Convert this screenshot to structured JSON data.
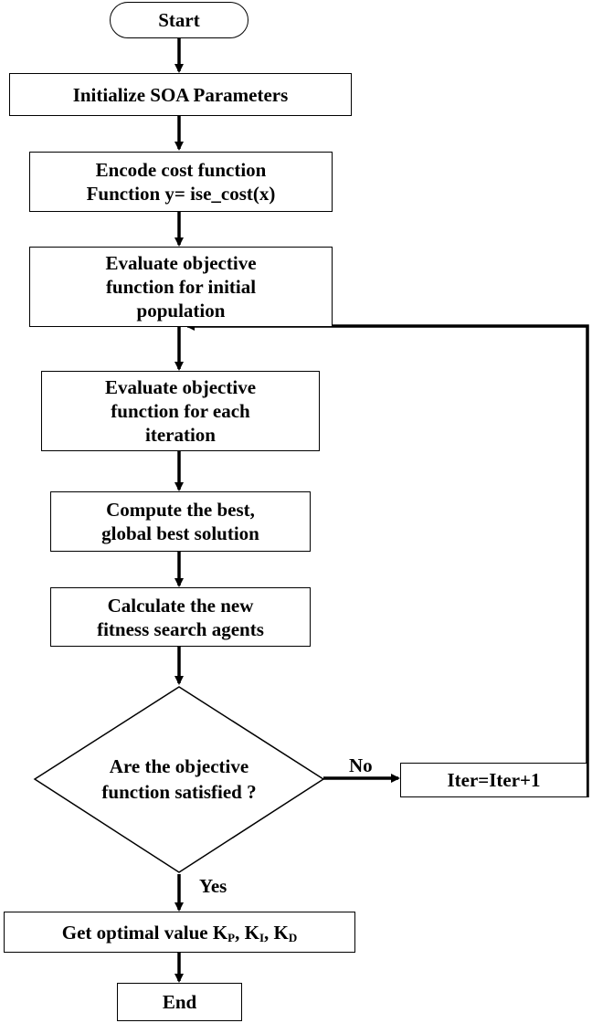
{
  "flowchart": {
    "start": "Start",
    "init": "Initialize SOA Parameters",
    "encode": [
      "Encode cost function",
      "Function y= ise_cost(x)"
    ],
    "eval_initial": [
      "Evaluate objective",
      "function for initial",
      "population"
    ],
    "eval_iter": [
      "Evaluate objective",
      "function for each",
      "iteration"
    ],
    "compute_best": [
      "Compute the best,",
      "global best solution"
    ],
    "calc_new": [
      "Calculate the new",
      "fitness search agents"
    ],
    "decision": [
      "Are the objective",
      "function satisfied ?"
    ],
    "label_no": "No",
    "label_yes": "Yes",
    "iter": "Iter=Iter+1",
    "optimal": {
      "prefix": "Get optimal value K",
      "sub_p": "P",
      "sep1": ", K",
      "sub_i": "I",
      "sep2": ", K",
      "sub_d": "D"
    },
    "end": "End"
  }
}
